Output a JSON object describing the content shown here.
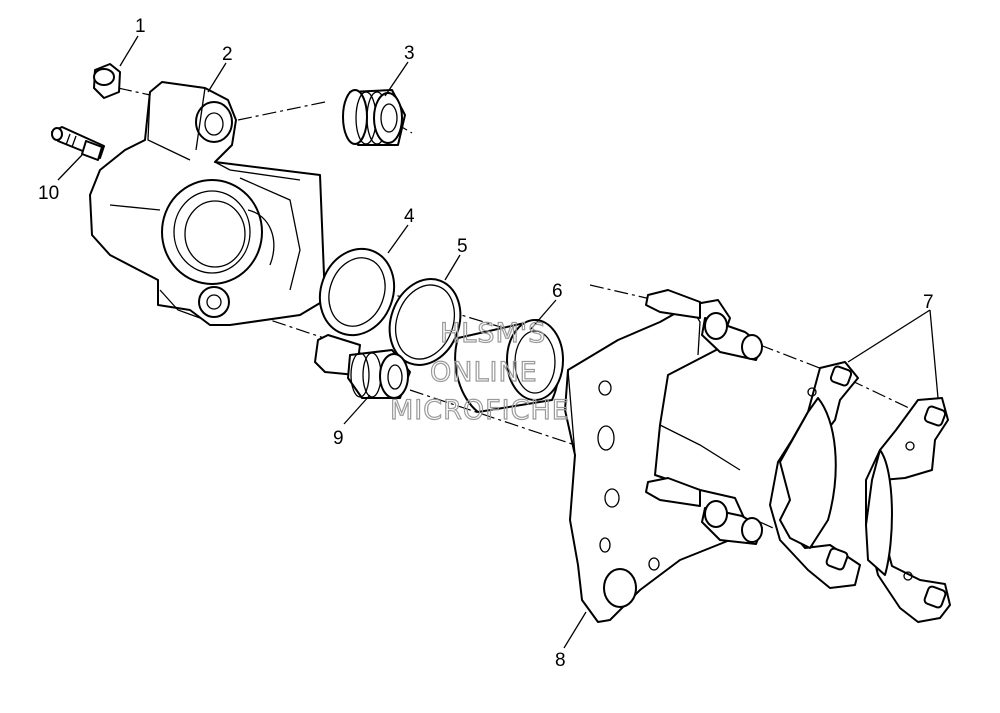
{
  "diagram": {
    "callouts": {
      "c1": "1",
      "c2": "2",
      "c3": "3",
      "c4": "4",
      "c5": "5",
      "c6": "6",
      "c7": "7",
      "c8": "8",
      "c9": "9",
      "c10": "10"
    },
    "watermark": {
      "line1": "HLSM'S",
      "line2": "ONLINE",
      "line3": "MICROFICHE"
    }
  }
}
